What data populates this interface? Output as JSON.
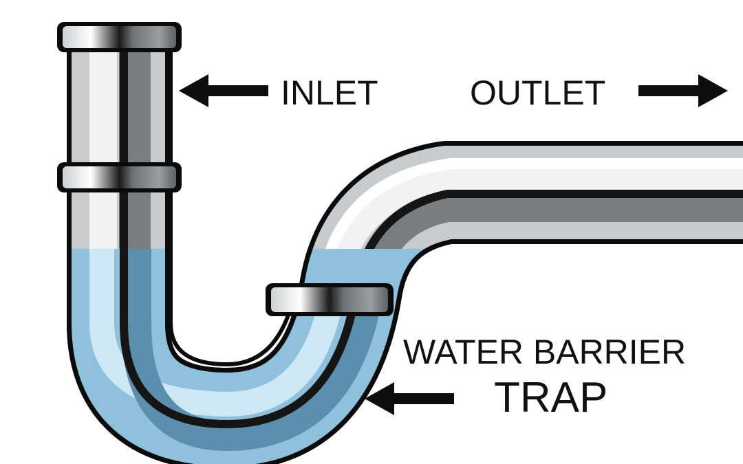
{
  "labels": {
    "inlet": "INLET",
    "outlet": "OUTLET",
    "water_barrier": "WATER BARRIER",
    "trap": "TRAP"
  },
  "colors": {
    "outline": "#0b0b0b",
    "chrome_light": "#e8e8e8",
    "chrome_mid": "#8f9193",
    "chrome_dark": "#3c3d3f",
    "water_light": "#a9d3ea",
    "water_dark": "#5b8dad",
    "arrow": "#0d0d0d"
  },
  "icons": [
    "arrow-left-icon",
    "arrow-right-icon"
  ]
}
